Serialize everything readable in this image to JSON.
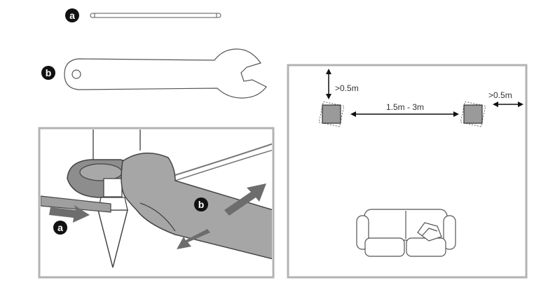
{
  "callouts": {
    "a": "a",
    "b": "b"
  },
  "room": {
    "top_clearance": ">0.5m",
    "speaker_spacing": "1.5m - 3m",
    "side_clearance": ">0.5m"
  },
  "colors": {
    "line": "#555555",
    "tool_fill": "#a8a8a8",
    "arrow_fill": "#6d6d6d",
    "speaker_fill": "#9a9a9a",
    "panel_border": "#b3b3b3",
    "badge": "#111111"
  }
}
